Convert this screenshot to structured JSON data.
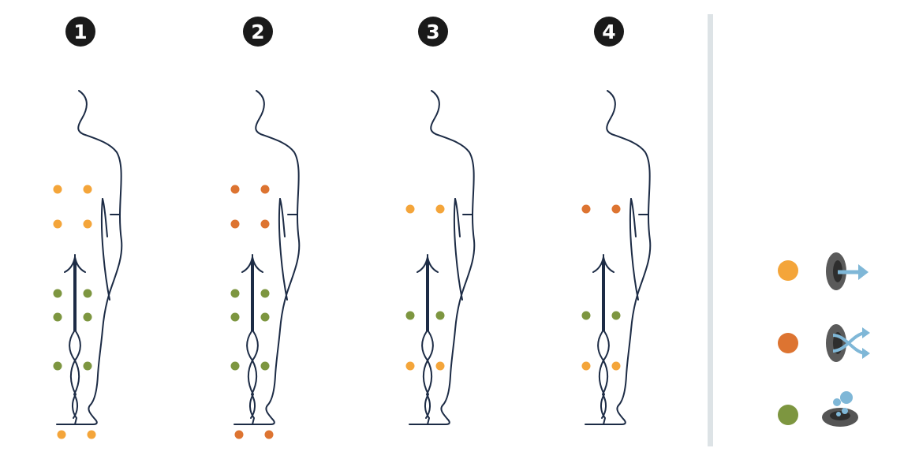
{
  "colors": {
    "yellow": "#f4a53a",
    "orange": "#dd7431",
    "green": "#7d9640",
    "outline": "#1c2b45",
    "badge": "#1a1a1a",
    "divider": "#dde3e6",
    "arrow_blue": "#7fb7d7",
    "drain_dark": "#4f4f4f",
    "drain_mid": "#6a6a6a"
  },
  "panels": [
    {
      "number": "1",
      "dot_rows": [
        {
          "level": "upper-back",
          "color": "yellow"
        },
        {
          "level": "lower-back",
          "color": "yellow"
        },
        {
          "level": "upper-thigh",
          "color": "green"
        },
        {
          "level": "lower-thigh",
          "color": "green"
        },
        {
          "level": "calf",
          "color": "green"
        },
        {
          "level": "feet",
          "color": "yellow"
        }
      ]
    },
    {
      "number": "2",
      "dot_rows": [
        {
          "level": "upper-back",
          "color": "orange"
        },
        {
          "level": "lower-back",
          "color": "orange"
        },
        {
          "level": "upper-thigh",
          "color": "green"
        },
        {
          "level": "lower-thigh",
          "color": "green"
        },
        {
          "level": "calf",
          "color": "green"
        },
        {
          "level": "feet",
          "color": "orange"
        }
      ]
    },
    {
      "number": "3",
      "dot_rows": [
        {
          "level": "mid-back",
          "color": "yellow"
        },
        {
          "level": "thigh",
          "color": "green"
        },
        {
          "level": "calf",
          "color": "yellow"
        }
      ]
    },
    {
      "number": "4",
      "dot_rows": [
        {
          "level": "mid-back",
          "color": "orange"
        },
        {
          "level": "thigh",
          "color": "green"
        },
        {
          "level": "calf",
          "color": "yellow"
        }
      ]
    }
  ],
  "legend": [
    {
      "color": "yellow",
      "icon": "arrow-out-icon"
    },
    {
      "color": "orange",
      "icon": "crossing-arrows-icon"
    },
    {
      "color": "green",
      "icon": "drain-bubbles-icon"
    }
  ]
}
